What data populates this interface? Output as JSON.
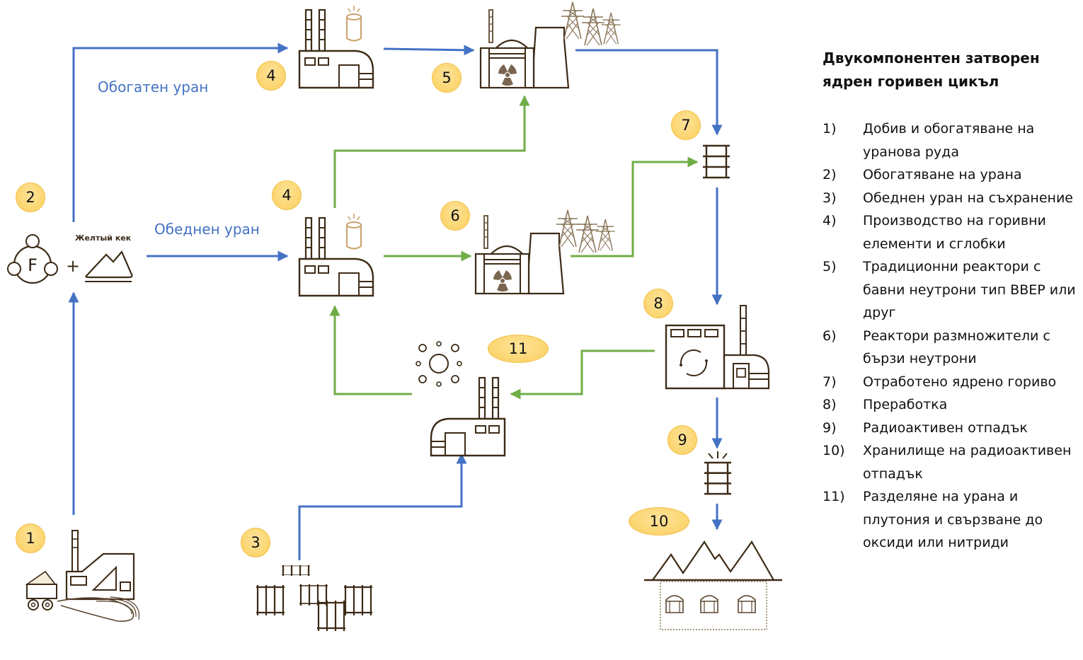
{
  "diagram": {
    "colors": {
      "uranium_flow": "#4472c4",
      "recycle_flow": "#70ad47",
      "icon_stroke": "#3d2b17",
      "icon_accent": "#7a6650",
      "badge_fill": "#fcd877",
      "badge_border": "#f2c14a"
    },
    "flow_labels": {
      "enriched": "Обогатен уран",
      "depleted": "Обеднен уран",
      "yellowcake": "Желтый кек"
    },
    "badges": [
      {
        "id": "b1",
        "label": "1"
      },
      {
        "id": "b2",
        "label": "2"
      },
      {
        "id": "b3",
        "label": "3"
      },
      {
        "id": "b4a",
        "label": "4"
      },
      {
        "id": "b4b",
        "label": "4"
      },
      {
        "id": "b5",
        "label": "5"
      },
      {
        "id": "b6",
        "label": "6"
      },
      {
        "id": "b7",
        "label": "7"
      },
      {
        "id": "b8",
        "label": "8"
      },
      {
        "id": "b9",
        "label": "9"
      },
      {
        "id": "b10",
        "label": "10"
      },
      {
        "id": "b11",
        "label": "11"
      }
    ],
    "icons": {
      "mining": "mining-excavator-icon",
      "conversion": "fluorine-molecule-icon",
      "yellowcake": "yellowcake-pile-icon",
      "depleted_storage": "depleted-uranium-containers-icon",
      "fuel_fab": "fuel-fabrication-plant-icon",
      "fuel_rod": "fuel-pellet-icon",
      "thermal_reactor": "nuclear-power-plant-icon",
      "fast_reactor": "fast-breeder-reactor-icon",
      "pylons": "power-pylons-icon",
      "spent_fuel": "spent-fuel-drum-icon",
      "reprocessing": "reprocessing-plant-icon",
      "waste": "radioactive-waste-drum-icon",
      "repository": "geological-repository-icon",
      "separation": "separation-plant-icon",
      "atoms": "atom-particles-icon"
    },
    "operators": {
      "plus": "+"
    }
  },
  "legend": {
    "title": "Двукомпонентен затворен ядрен горивен цикъл",
    "items": [
      {
        "num": "1)",
        "text": "Добив и обогатяване на уранова руда"
      },
      {
        "num": "2)",
        "text": "Обогатяване на урана"
      },
      {
        "num": "3)",
        "text": "Обеднен уран на съхранение"
      },
      {
        "num": "4)",
        "text": "Производство на горивни елементи и сглобки"
      },
      {
        "num": "5)",
        "text": "Традиционни реактори с бавни неутрони тип ВВЕР или друг"
      },
      {
        "num": "6)",
        "text": "Реактори размножители с бързи неутрони"
      },
      {
        "num": "7)",
        "text": "Отработено ядрено гориво"
      },
      {
        "num": "8)",
        "text": "Преработка"
      },
      {
        "num": "9)",
        "text": "Радиоактивен отпадък"
      },
      {
        "num": "10)",
        "text": "Хранилище на радиоактивен отпадък"
      },
      {
        "num": "11)",
        "text": "Разделяне на урана и плутония и свързване до оксиди или нитриди"
      }
    ]
  }
}
